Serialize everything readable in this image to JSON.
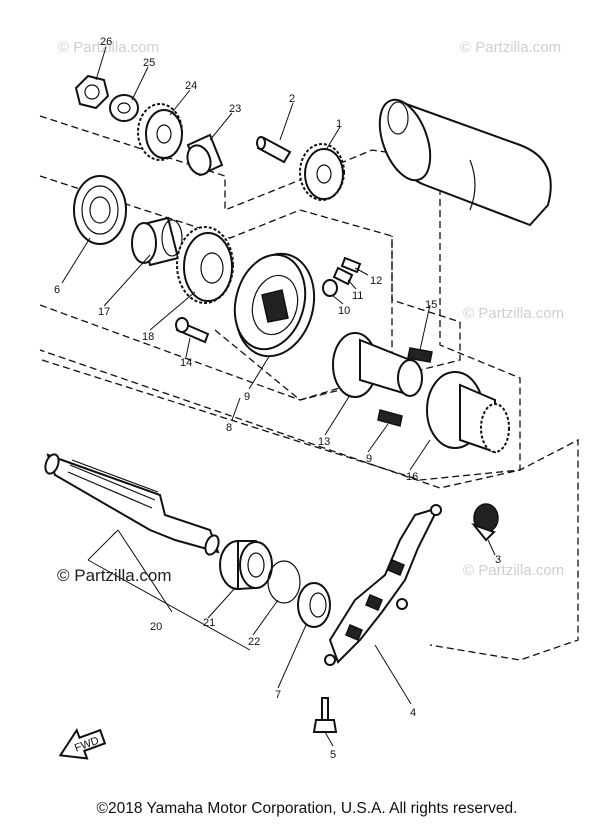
{
  "watermarks": {
    "main": "© Partzilla.com",
    "faint": "© Partzilla.com"
  },
  "footer": "©2018  Yamaha Motor Corporation, U.S.A. All rights reserved.",
  "arrow_label": "FWD",
  "callouts": {
    "c1": "1",
    "c2": "2",
    "c3": "3",
    "c4": "4",
    "c5": "5",
    "c6": "6",
    "c7": "7",
    "c8": "8",
    "c9a": "9",
    "c9b": "9",
    "c10": "10",
    "c11": "11",
    "c12": "12",
    "c13": "13",
    "c14": "14",
    "c15": "15",
    "c16": "16",
    "c17": "17",
    "c18": "18",
    "c20": "20",
    "c21": "21",
    "c22": "22",
    "c23": "23",
    "c24": "24",
    "c25": "25",
    "c26": "26"
  }
}
